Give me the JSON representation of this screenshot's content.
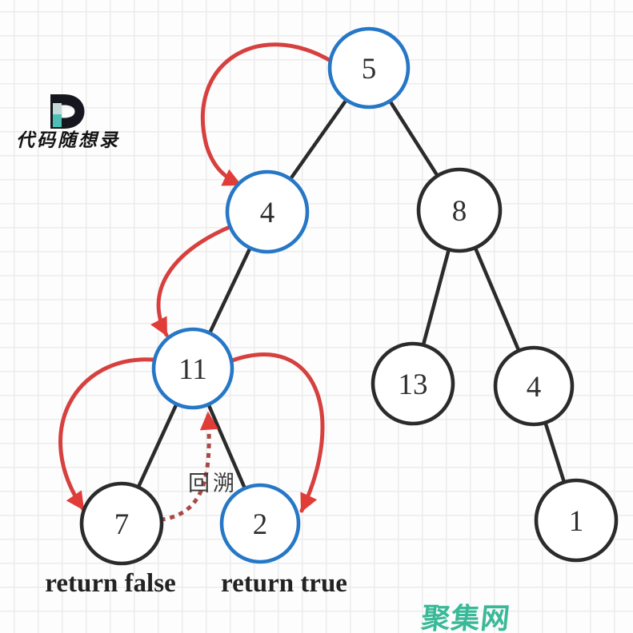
{
  "brand": {
    "logo_glyph": "D",
    "name": "代码随想录"
  },
  "watermark": {
    "text": "聚集网"
  },
  "annotations": {
    "backtrack": "回溯",
    "result_false": "return false",
    "result_true": "return true"
  },
  "colors": {
    "highlight_blue": "#2677c6",
    "node_stroke": "#2b2b2b",
    "arrow_red": "#d6403e",
    "arrowhead_red": "#e23c38",
    "backtrack_red": "#a84a43",
    "watermark_teal": "#3ab998",
    "logo_dark": "#16161e",
    "logo_teal": "#4cc0b4",
    "logo_teal_light": "#c2dbd8"
  },
  "tree": {
    "nodes": [
      {
        "value": "5",
        "highlighted": true
      },
      {
        "value": "4",
        "highlighted": true
      },
      {
        "value": "8",
        "highlighted": false
      },
      {
        "value": "11",
        "highlighted": true
      },
      {
        "value": "13",
        "highlighted": false
      },
      {
        "value": "4",
        "highlighted": false
      },
      {
        "value": "7",
        "highlighted": false
      },
      {
        "value": "2",
        "highlighted": true
      },
      {
        "value": "1",
        "highlighted": false
      }
    ],
    "edges": [
      [
        "5",
        "4"
      ],
      [
        "5",
        "8"
      ],
      [
        "4",
        "11"
      ],
      [
        "8",
        "13"
      ],
      [
        "8",
        "4"
      ],
      [
        "11",
        "7"
      ],
      [
        "11",
        "2"
      ],
      [
        "4",
        "1"
      ]
    ],
    "traversal_path": [
      "5",
      "4",
      "11",
      "7",
      "backtrack to 11",
      "2"
    ]
  }
}
